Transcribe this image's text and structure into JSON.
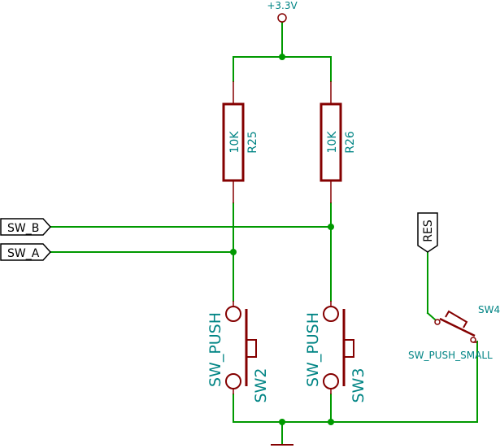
{
  "colors": {
    "wire": "#009900",
    "component": "#840000",
    "text": "#008484",
    "label_border": "#000000",
    "junction": "#009900"
  },
  "power": {
    "label": "+3.3V"
  },
  "resistors": [
    {
      "value": "10K",
      "ref": "R25"
    },
    {
      "value": "10K",
      "ref": "R26"
    }
  ],
  "switches": [
    {
      "value": "SW_PUSH",
      "ref": "SW2"
    },
    {
      "value": "SW_PUSH",
      "ref": "SW3"
    },
    {
      "value": "SW_PUSH_SMALL",
      "ref": "SW4"
    }
  ],
  "labels": {
    "sw_b": "SW_B",
    "sw_a": "SW_A",
    "res": "RES"
  }
}
